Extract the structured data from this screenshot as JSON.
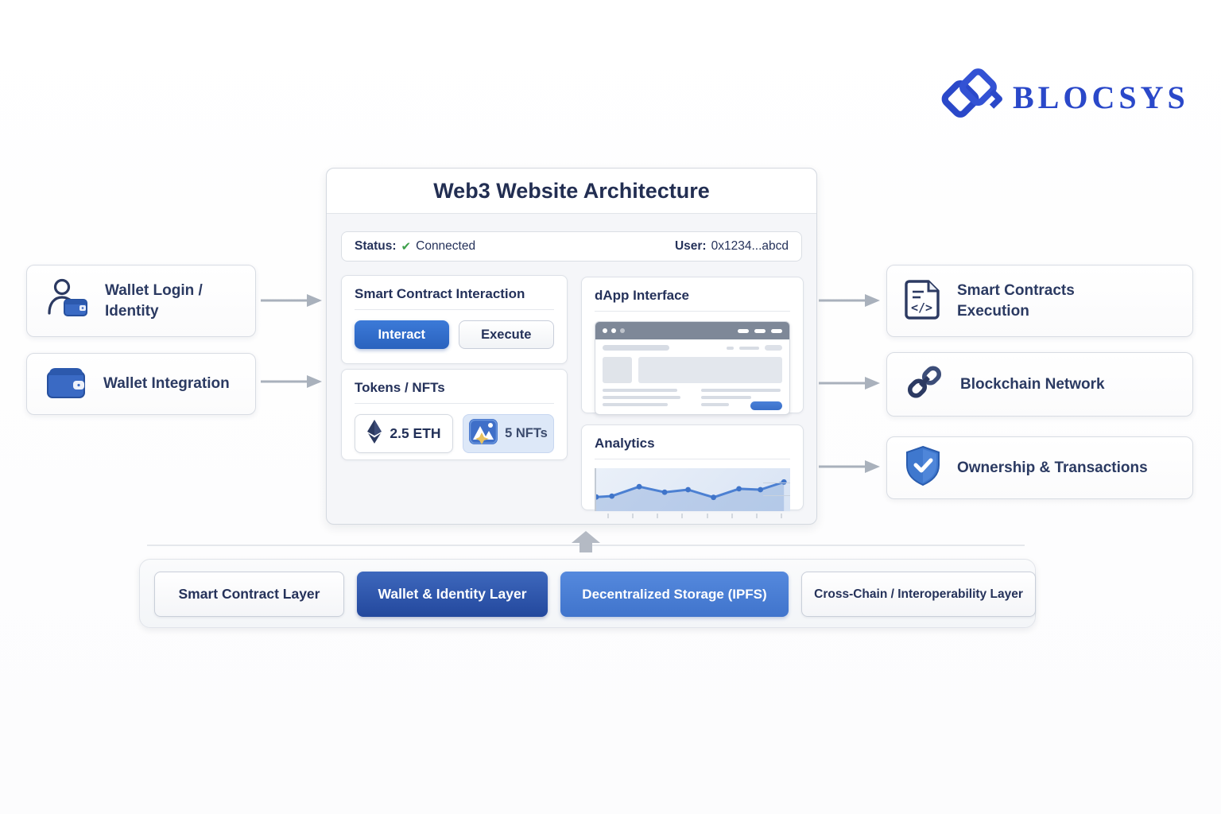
{
  "logo": {
    "text": "BLOCSYS",
    "icon": "chain-links-logo-icon",
    "color": "#2a48c9"
  },
  "main_card": {
    "title": "Web3 Website Architecture",
    "status": {
      "label": "Status:",
      "check": "✔",
      "value": "Connected",
      "user_label": "User:",
      "user_value": "0x1234...abcd"
    },
    "panels": {
      "interaction": {
        "title": "Smart Contract Interaction",
        "buttons": [
          {
            "label": "Interact",
            "variant": "primary"
          },
          {
            "label": "Execute",
            "variant": "secondary"
          }
        ]
      },
      "tokens": {
        "title": "Tokens / NFTs",
        "eth": "2.5 ETH",
        "nfts": "5 NFTs"
      },
      "dapp": {
        "title": "dApp Interface"
      },
      "analytics": {
        "title": "Analytics"
      }
    }
  },
  "left_cards": [
    {
      "label": "Wallet Login / Identity",
      "icon": "user-wallet-icon"
    },
    {
      "label": "Wallet Integration",
      "icon": "wallet-icon"
    }
  ],
  "right_cards": [
    {
      "label": "Smart Contracts Execution",
      "icon": "contract-code-icon"
    },
    {
      "label": "Blockchain Network",
      "icon": "chain-link-icon"
    },
    {
      "label": "Ownership & Transactions",
      "icon": "shield-check-icon"
    }
  ],
  "layers": [
    {
      "label": "Smart Contract Layer",
      "variant": "light"
    },
    {
      "label": "Wallet & Identity Layer",
      "variant": "dark-blue"
    },
    {
      "label": "Decentralized Storage (IPFS)",
      "variant": "blue"
    },
    {
      "label": "Cross-Chain / Interoperability Layer",
      "variant": "light"
    }
  ],
  "chart_data": {
    "type": "line",
    "title": "Analytics",
    "x_percent": [
      0,
      8,
      22,
      35,
      47,
      60,
      73,
      84,
      96
    ],
    "values": [
      33,
      35,
      57,
      44,
      50,
      32,
      52,
      50,
      68
    ],
    "ylim": [
      0,
      100
    ],
    "xlabel": "",
    "ylabel": "",
    "grid": false,
    "markers": true,
    "line_color": "#4c80d2",
    "fill_color": "rgba(110,150,210,0.35)"
  },
  "colors": {
    "navy_text": "#25325a",
    "primary_blue": "#2f6ac7",
    "layer_dark_blue": "#23489d",
    "layer_blue": "#4074cc",
    "status_green": "#3da04a",
    "arrow_grey": "#a9b1bc",
    "logo_blue": "#2a48c9"
  }
}
